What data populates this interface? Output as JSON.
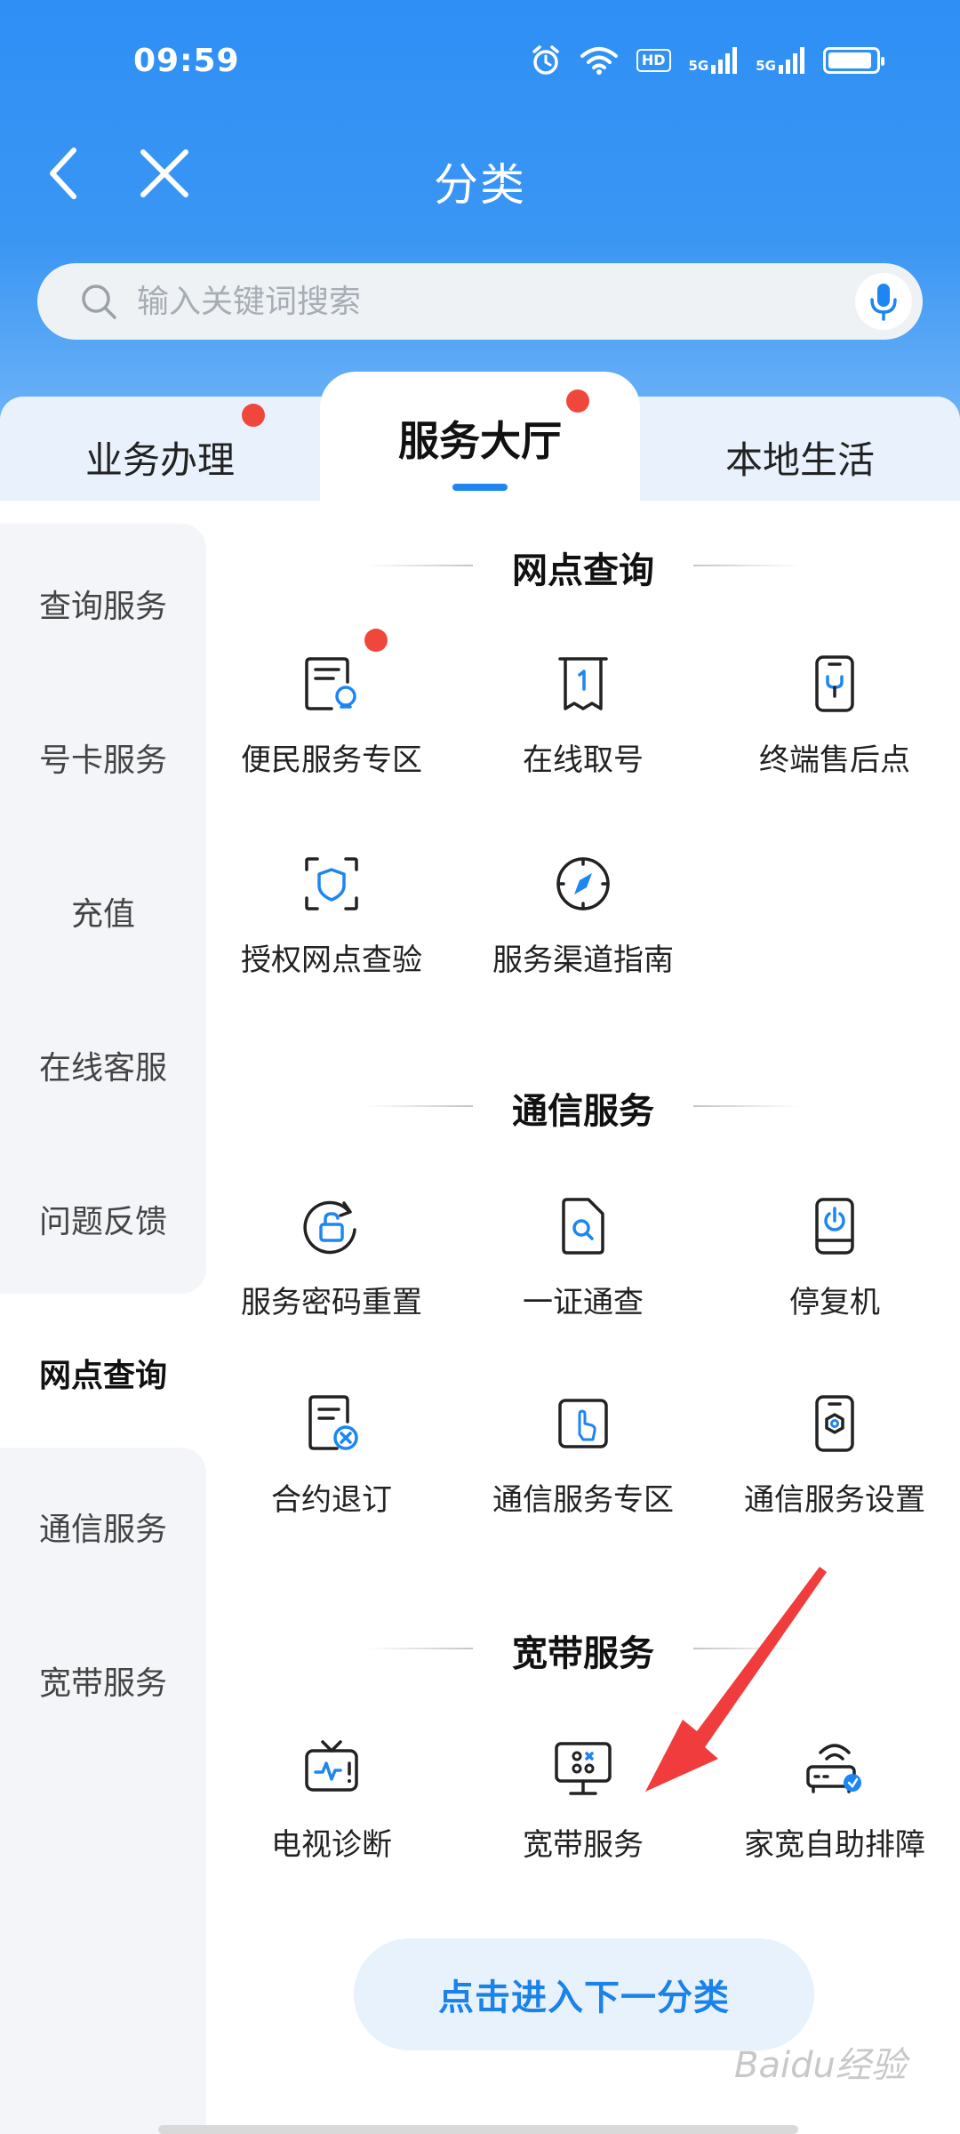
{
  "status_bar": {
    "time": "09:59",
    "network_1": "5G",
    "network_2": "5G",
    "hd_label": "HD"
  },
  "nav": {
    "title": "分类"
  },
  "search": {
    "placeholder": "输入关键词搜索"
  },
  "tabs": [
    {
      "label": "业务办理",
      "has_dot": true
    },
    {
      "label": "服务大厅",
      "active": true,
      "has_dot": true
    },
    {
      "label": "本地生活"
    }
  ],
  "sidebar": {
    "items": [
      "查询服务",
      "号卡服务",
      "充值",
      "在线客服",
      "问题反馈",
      "网点查询",
      "通信服务",
      "宽带服务"
    ],
    "active": "网点查询"
  },
  "sections": [
    {
      "title": "网点查询",
      "items": [
        {
          "label": "便民服务专区",
          "icon": "service-zone-icon",
          "has_dot": true
        },
        {
          "label": "在线取号",
          "icon": "queue-ticket-icon"
        },
        {
          "label": "终端售后点",
          "icon": "phone-repair-icon"
        },
        {
          "label": "授权网点查验",
          "icon": "shield-verify-icon"
        },
        {
          "label": "服务渠道指南",
          "icon": "compass-icon"
        }
      ]
    },
    {
      "title": "通信服务",
      "items": [
        {
          "label": "服务密码重置",
          "icon": "password-reset-icon"
        },
        {
          "label": "一证通查",
          "icon": "document-search-icon"
        },
        {
          "label": "停复机",
          "icon": "phone-power-icon"
        },
        {
          "label": "合约退订",
          "icon": "contract-cancel-icon"
        },
        {
          "label": "通信服务专区",
          "icon": "touch-zone-icon"
        },
        {
          "label": "通信服务设置",
          "icon": "phone-settings-icon"
        }
      ]
    },
    {
      "title": "宽带服务",
      "items": [
        {
          "label": "电视诊断",
          "icon": "tv-diagnose-icon"
        },
        {
          "label": "宽带服务",
          "icon": "broadband-monitor-icon"
        },
        {
          "label": "家宽自助排障",
          "icon": "router-repair-icon"
        }
      ]
    }
  ],
  "next_button": {
    "label": "点击进入下一分类"
  },
  "watermark": {
    "text": "Baidu经验"
  },
  "colors": {
    "primary": "#1d86f2",
    "header_top": "#2f8ff5",
    "dot": "#f0473c",
    "arrow": "#f03c3c"
  }
}
